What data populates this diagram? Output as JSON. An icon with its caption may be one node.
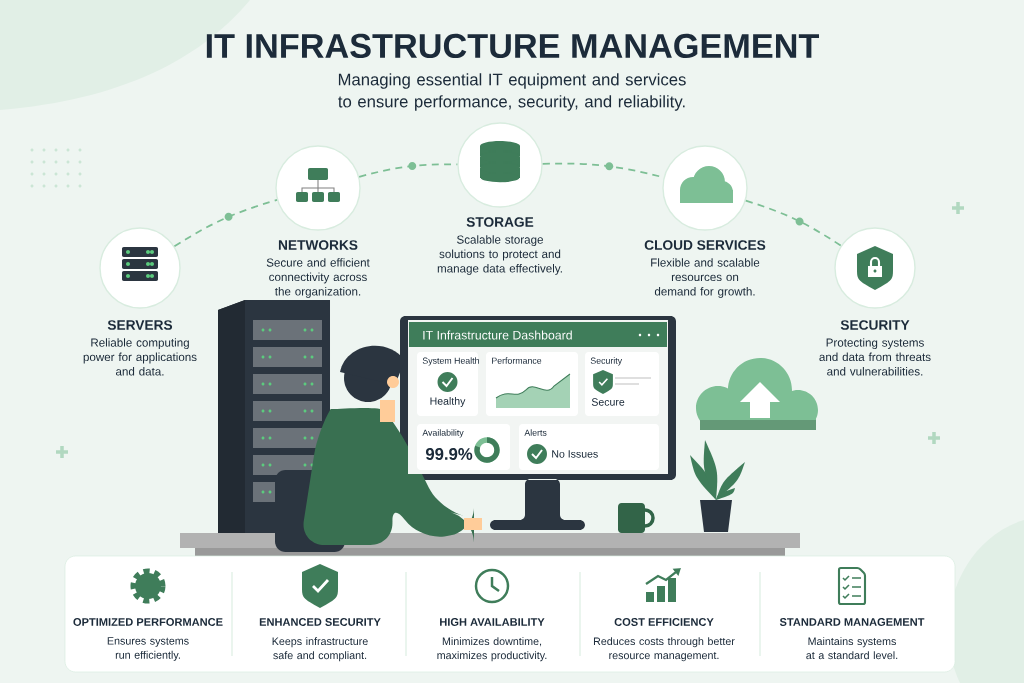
{
  "diagram": {
    "title": "IT INFRASTRUCTURE MANAGEMENT",
    "nodes": [
      {
        "text": [
          "SERVERS",
          "Reliable computing power for applications and data."
        ]
      },
      {
        "text": [
          "NETWORKS",
          "Secure and efficient connectivity across the organization."
        ]
      },
      {
        "text": [
          "STORAGE",
          "Scalable storage solutions to protect and manage data effectively."
        ]
      },
      {
        "text": [
          "CLOUD SERVICES",
          "Flexible and scalable resources on demand for growth."
        ]
      },
      {
        "text": [
          "SECURITY",
          "Protecting systems and data from threats and vulnerabilities."
        ]
      },
      {
        "text": [
          "IT Infrastructure Dashboard"
        ]
      },
      {
        "text": [
          "System Health",
          "Healthy"
        ],
        "in": 5
      },
      {
        "text": [
          "Performance"
        ],
        "in": 5
      },
      {
        "text": [
          "Security",
          "Secure"
        ],
        "in": 5
      },
      {
        "text": [
          "Availability",
          "99.9%"
        ],
        "in": 5
      },
      {
        "text": [
          "Alerts",
          "No Issues"
        ],
        "in": 5
      },
      {
        "text": [],
        "shape": "box"
      },
      {
        "text": [
          "OPTIMIZED PERFORMANCE",
          "Ensures systems run efficiently."
        ],
        "in": 11
      },
      {
        "text": [
          "ENHANCED SECURITY",
          "Keeps infrastructure safe and compliant."
        ],
        "in": 11
      },
      {
        "text": [
          "HIGH AVAILABILITY",
          "Minimizes downtime, maximizes productivity."
        ],
        "in": 11
      },
      {
        "text": [
          "COST EFFICIENCY",
          "Reduces costs through better resource management."
        ],
        "in": 11
      },
      {
        "text": [
          "STANDARD MANAGEMENT",
          "Maintains systems at a standard level."
        ],
        "in": 11
      }
    ],
    "edges": [
      {
        "from": 0,
        "to": 1,
        "arrow": "none",
        "style": "dashed"
      },
      {
        "from": 1,
        "to": 2,
        "arrow": "none",
        "style": "dashed"
      },
      {
        "from": 2,
        "to": 3,
        "arrow": "none",
        "style": "dashed"
      },
      {
        "from": 3,
        "to": 4,
        "arrow": "none",
        "style": "dashed"
      }
    ],
    "labels": [
      "Managing essential IT equipment and services to ensure performance, security, and reliability."
    ]
  }
}
